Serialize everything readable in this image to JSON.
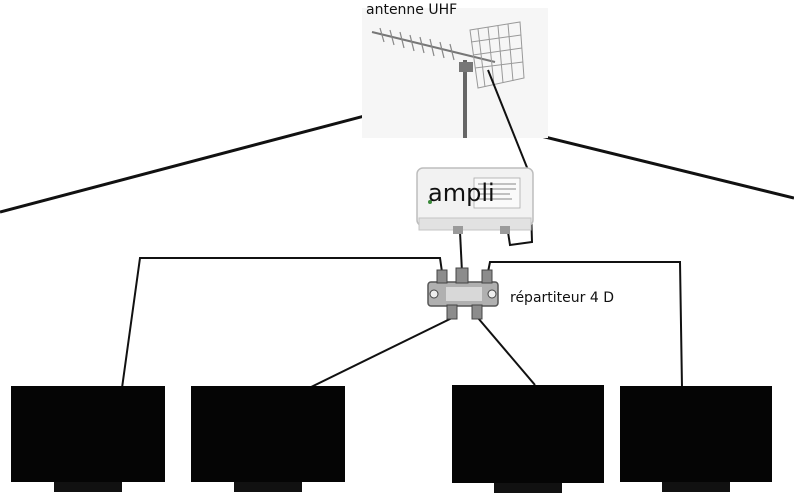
{
  "labels": {
    "antenna": "antenne UHF",
    "amplifier": "ampli",
    "splitter": "répartiteur 4 D"
  },
  "colors": {
    "line": "#111111",
    "screen": "#050505",
    "amp_body": "#f2f2f2",
    "metal": "#9a9a9a"
  }
}
